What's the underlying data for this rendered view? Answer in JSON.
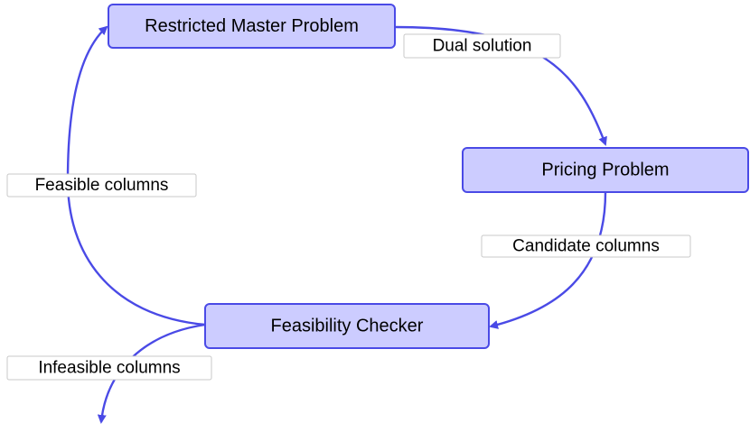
{
  "colors": {
    "node_fill": "#ccccff",
    "node_stroke": "#4a4ae6",
    "edge": "#4a4ae6",
    "label_border": "#c8c8c8"
  },
  "nodes": {
    "master": {
      "label": "Restricted Master Problem"
    },
    "pricing": {
      "label": "Pricing Problem"
    },
    "checker": {
      "label": "Feasibility Checker"
    }
  },
  "edges": {
    "dual": {
      "from": "master",
      "to": "pricing",
      "label": "Dual solution"
    },
    "candidate": {
      "from": "pricing",
      "to": "checker",
      "label": "Candidate columns"
    },
    "feasible": {
      "from": "checker",
      "to": "master",
      "label": "Feasible columns"
    },
    "infeasible": {
      "from": "checker",
      "to": "",
      "label": "Infeasible columns"
    }
  }
}
